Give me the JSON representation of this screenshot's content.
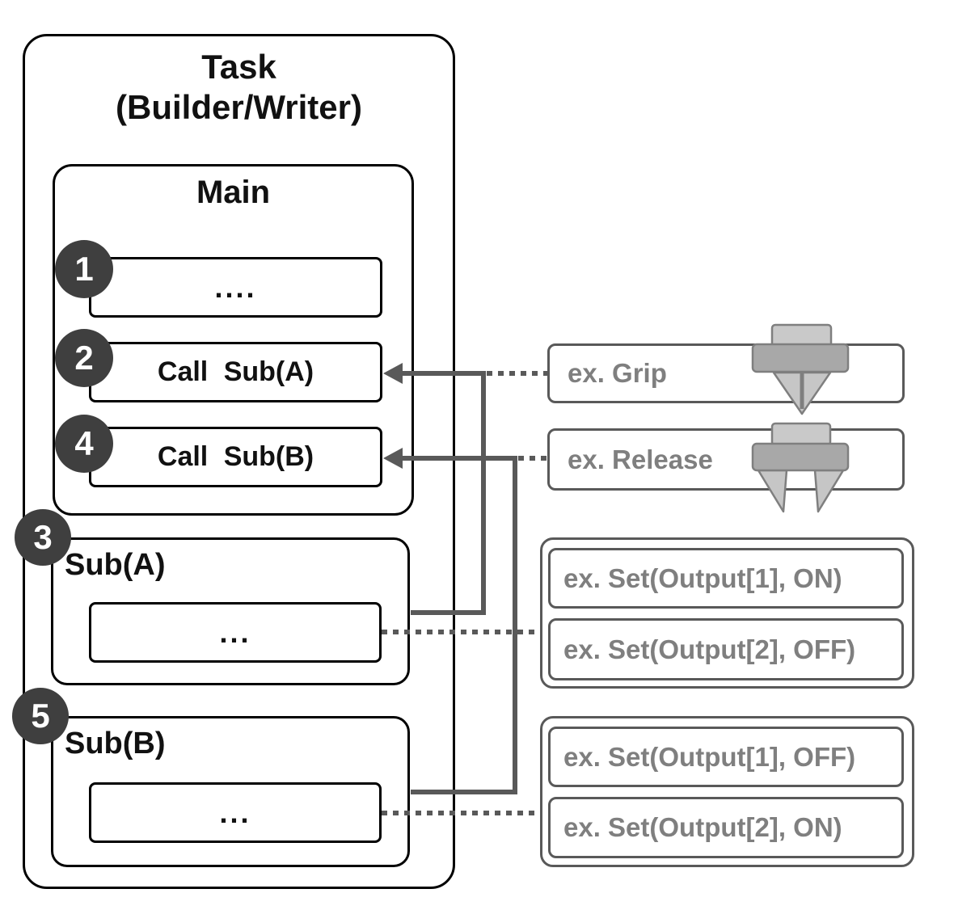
{
  "diagram": {
    "task": {
      "title_line1": "Task",
      "title_line2": "(Builder/Writer)"
    },
    "main": {
      "title": "Main",
      "items": [
        {
          "badge": "1",
          "label": "...."
        },
        {
          "badge": "2",
          "label": "Call Sub(A)"
        },
        {
          "badge": "4",
          "label": "Call Sub(B)"
        }
      ]
    },
    "sub_a": {
      "badge": "3",
      "label": "Sub(A)",
      "body": "..."
    },
    "sub_b": {
      "badge": "5",
      "label": "Sub(B)",
      "body": "..."
    },
    "annotations": {
      "grip": "ex. Grip",
      "release": "ex. Release",
      "sub_a_examples": [
        "ex. Set(Output[1], ON)",
        "ex. Set(Output[2], OFF)"
      ],
      "sub_b_examples": [
        "ex. Set(Output[1], OFF)",
        "ex. Set(Output[2], ON)"
      ]
    },
    "icons": {
      "grip": "gripper-closed-icon",
      "release": "gripper-open-icon"
    },
    "colors": {
      "connector": "#595959",
      "badge_fill": "#3f3f3f",
      "annotation_text": "#7f7f7f",
      "outline": "#000000",
      "icon_light": "#c6c6c6",
      "icon_mid": "#a8a8a8"
    }
  }
}
